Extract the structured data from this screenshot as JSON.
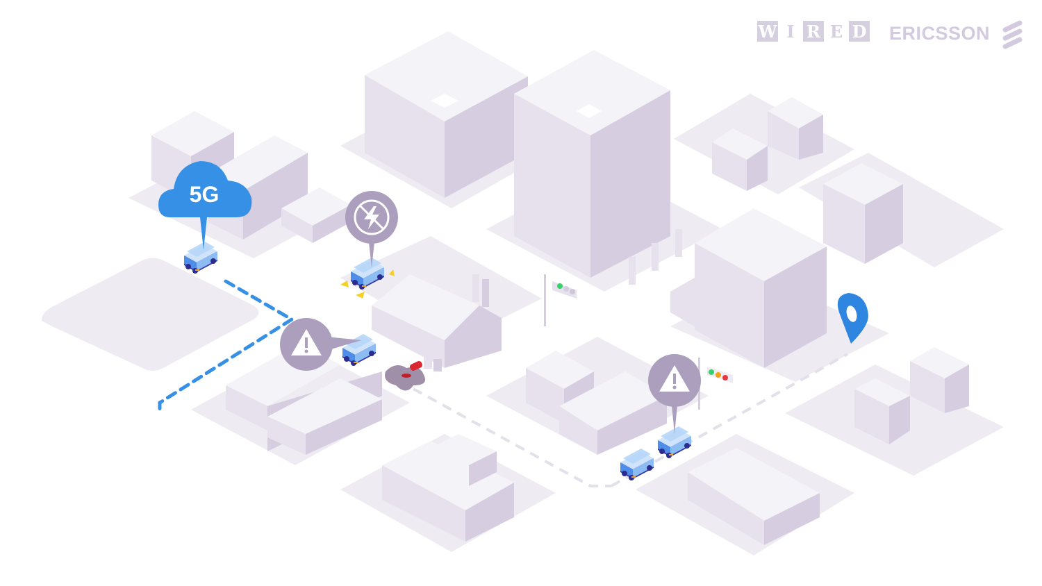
{
  "brands": {
    "wired_letters": [
      "W",
      "I",
      "R",
      "E",
      "D"
    ],
    "ericsson_label": "ERICSSON",
    "ericsson_logo_icon": "ericsson-stripes-icon"
  },
  "scene": {
    "description": "Isometric smart city illustration with connected autonomous vehicles",
    "cloud": {
      "label": "5G",
      "color": "#3690e6"
    },
    "markers": [
      {
        "type": "no-power",
        "icon": "lightning-crossed-icon",
        "color": "#ab9fbd"
      },
      {
        "type": "warning",
        "icon": "warning-triangle-icon",
        "color": "#ab9fbd"
      },
      {
        "type": "warning",
        "icon": "warning-triangle-icon",
        "color": "#ab9fbd"
      }
    ],
    "destination_pin": {
      "icon": "location-pin-icon",
      "color": "#2f86e0"
    },
    "traffic_lights": [
      {
        "active": "green"
      },
      {
        "active": "all",
        "lights": [
          "green",
          "orange",
          "red"
        ]
      }
    ],
    "route_color": "#3690e6",
    "road_dash_color": "#e4e0ea",
    "building_colors": {
      "top": "#f4f3f7",
      "left": "#e6e1ec",
      "right": "#d6cde0",
      "ground": "#eeebf2"
    },
    "vehicle_colors": {
      "body": "#9cc6f5",
      "chassis": "#3537a8",
      "light": "#f2a21b"
    },
    "spill_color": "#9f8fa8",
    "barrel_color": "#d9262f"
  }
}
